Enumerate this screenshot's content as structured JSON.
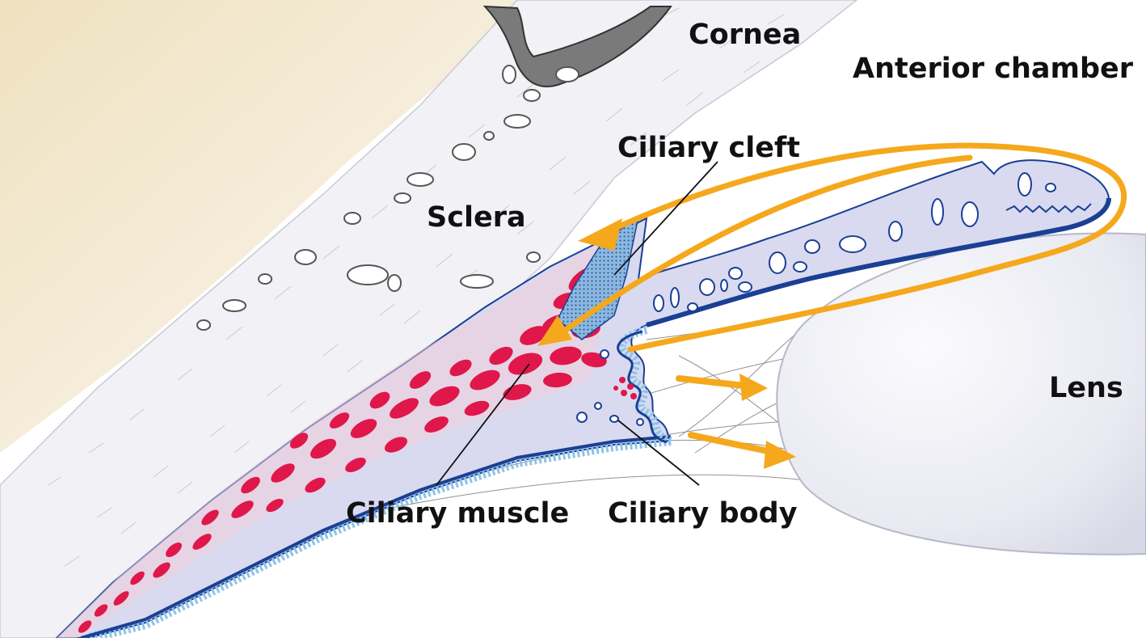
{
  "labels": {
    "cornea": "Cornea",
    "anterior_chamber": "Anterior chamber",
    "ciliary_cleft": "Ciliary cleft",
    "sclera": "Sclera",
    "lens": "Lens",
    "ciliary_muscle": "Ciliary muscle",
    "ciliary_body": "Ciliary body"
  },
  "colors": {
    "sclera": "#f1f1f6",
    "tissue_tan": "#f1e4c7",
    "muscle": "#e0174a",
    "ciliary_tissue": "#d9daf0",
    "epithelium": "#1b3f94",
    "epithelium_light": "#8fc3e8",
    "cleft": "#8ab8e0",
    "arrow": "#f5a81c",
    "lens": "#e8e9f1",
    "bone": "#6b6b6b"
  }
}
